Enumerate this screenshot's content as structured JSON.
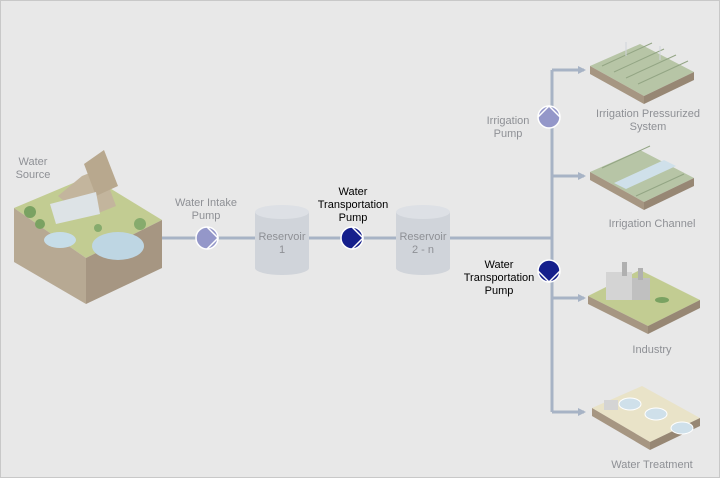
{
  "colors": {
    "background": "#e8e8e8",
    "frame": "#c8c8c8",
    "pipe": "#a7b3c5",
    "reservoir": "#d0d4da",
    "pump_active": "#151f8c",
    "pump_inactive": "#9497c9",
    "label_active": "#000000",
    "label_inactive": "#8e9095"
  },
  "labels": {
    "water_source": "Water\nSource",
    "water_intake_pump": "Water Intake\nPump",
    "reservoir_1": "Reservoir\n1",
    "transport_pump_1": "Water\nTransportation\nPump",
    "reservoir_2n": "Reservoir\n2 - n",
    "transport_pump_2": "Water\nTransportation\nPump",
    "irrigation_pump": "Irrigation\nPump",
    "irrigation_pressurized": "Irrigation Pressurized\nSystem",
    "irrigation_channel": "Irrigation Channel",
    "industry": "Industry",
    "water_treatment": "Water Treatment"
  },
  "pump_states": {
    "water_intake_pump": "inactive",
    "transport_pump_1": "active",
    "transport_pump_2": "active",
    "irrigation_pump": "inactive"
  }
}
